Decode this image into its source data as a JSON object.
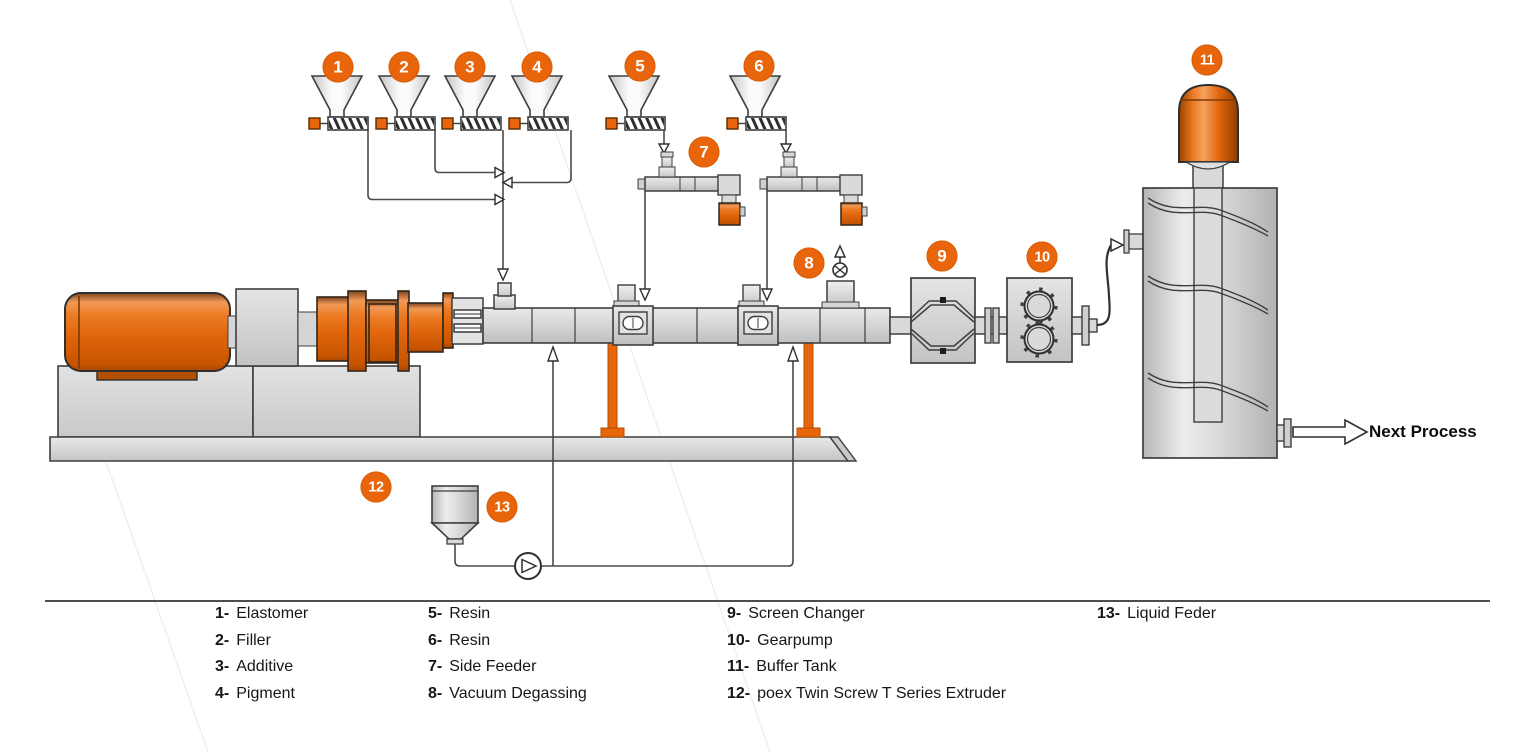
{
  "badges": [
    {
      "label": "1"
    },
    {
      "label": "2"
    },
    {
      "label": "3"
    },
    {
      "label": "4"
    },
    {
      "label": "5"
    },
    {
      "label": "6"
    },
    {
      "label": "7"
    },
    {
      "label": "8"
    },
    {
      "label": "9"
    },
    {
      "label": "10"
    },
    {
      "label": "11"
    },
    {
      "label": "12"
    },
    {
      "label": "13"
    }
  ],
  "legend": {
    "columns": [
      {
        "items": [
          {
            "num": "1-",
            "label": "Elastomer"
          },
          {
            "num": "2-",
            "label": "Filler"
          },
          {
            "num": "3-",
            "label": "Additive"
          },
          {
            "num": "4-",
            "label": "Pigment"
          }
        ]
      },
      {
        "items": [
          {
            "num": "5-",
            "label": "Resin"
          },
          {
            "num": "6-",
            "label": "Resin"
          },
          {
            "num": "7-",
            "label": "Side Feeder"
          },
          {
            "num": "8-",
            "label": "Vacuum Degassing"
          }
        ]
      },
      {
        "items": [
          {
            "num": "9-",
            "label": "Screen Changer"
          },
          {
            "num": "10-",
            "label": "Gearpump"
          },
          {
            "num": "11-",
            "label": "Buffer Tank"
          },
          {
            "num": "12-",
            "label": "poex Twin Screw T Series Extruder"
          }
        ]
      },
      {
        "items": [
          {
            "num": "13-",
            "label": "Liquid Feder"
          }
        ]
      }
    ]
  },
  "annotations": {
    "next_process": "Next Process"
  },
  "colors": {
    "accent": "#E8650C",
    "line": "#3E3E3E",
    "text": "#161616"
  }
}
